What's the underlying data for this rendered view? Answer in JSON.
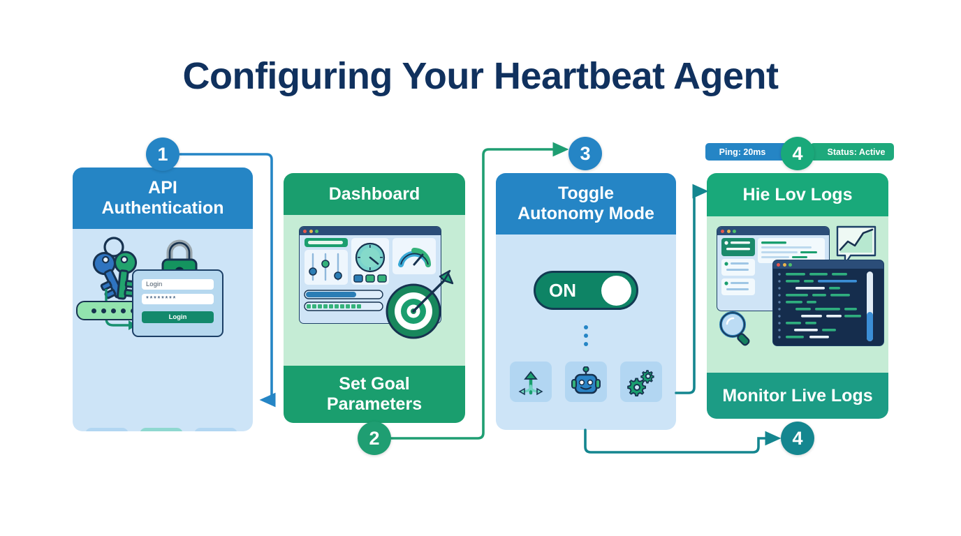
{
  "page": {
    "title": "Configuring Your Heartbeat Agent",
    "background": "#ffffff",
    "title_color": "#10315e"
  },
  "colors": {
    "blue": "#2585c5",
    "green": "#1a9e6e",
    "teal": "#14868f",
    "light_blue_body": "#cde4f7",
    "light_green_body": "#c5ecd5"
  },
  "steps": [
    {
      "number": "1",
      "color": "#2585c5"
    },
    {
      "number": "2",
      "color": "#1f9e72"
    },
    {
      "number": "3",
      "color": "#2585c5"
    },
    {
      "number": "4",
      "color": "#19a97a"
    },
    {
      "number": "4",
      "color": "#14868f"
    }
  ],
  "badges": {
    "ping": {
      "label": "Ping: 20ms",
      "color": "#2585c5"
    },
    "status": {
      "label": "Status: Active",
      "color": "#1ea97c"
    }
  },
  "cards": [
    {
      "id": "card1",
      "header": "API\nAuthentication",
      "header_line1": "API",
      "header_line2": "Authentication",
      "footer": "",
      "header_color": "#2585c5",
      "body_color": "#cde4f7",
      "login_form": {
        "username_placeholder": "Login",
        "password_value": "********",
        "submit_label": "Login"
      },
      "icon_tiles": [
        "key-icon",
        "shield-check-icon",
        "lock-icon"
      ]
    },
    {
      "id": "card2",
      "header": "Dashboard",
      "footer_line1": "Set Goal",
      "footer_line2": "Parameters",
      "header_color": "#1a9e6e",
      "body_color": "#c5ecd5",
      "illustration": "dashboard-window-sliders-gauges-target"
    },
    {
      "id": "card3",
      "header_line1": "Toggle",
      "header_line2": "Autonomy Mode",
      "header_color": "#2585c5",
      "body_color": "#cde4f7",
      "toggle": {
        "label": "ON",
        "state": "on"
      },
      "icon_tiles": [
        "branching-arrow-icon",
        "robot-icon",
        "gears-icon"
      ]
    },
    {
      "id": "card4",
      "header": "Hie Lov Logs",
      "footer": "Monitor Live Logs",
      "header_color": "#19a97a",
      "footer_color": "#1c9c85",
      "body_color": "#c5ecd5",
      "illustration": "log-list-window-code-terminal-chart-bubble-magnifier"
    }
  ]
}
